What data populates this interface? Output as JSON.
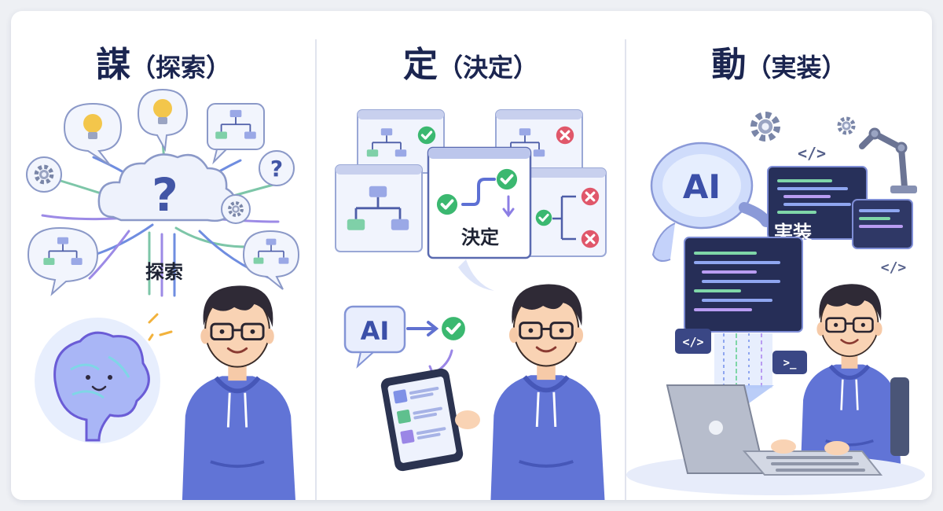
{
  "panels": [
    {
      "key": "plan",
      "big": "謀",
      "paren_open": "（",
      "sub": "探索",
      "paren_close": "）",
      "label": "探索"
    },
    {
      "key": "decide",
      "big": "定",
      "paren_open": "（",
      "sub": "決定",
      "paren_close": "）",
      "label": "決定",
      "ai_badge": "AI"
    },
    {
      "key": "act",
      "big": "動",
      "paren_open": "（",
      "sub": "実装",
      "paren_close": "）",
      "label": "実装",
      "ai_badge": "AI"
    }
  ],
  "colors": {
    "title": "#1b2550",
    "hoodie": "#5f74d6",
    "accent": "#7f8cf0",
    "check": "#3bb870",
    "cross": "#e0576a",
    "bulb": "#f3c64b"
  },
  "icons": [
    "question-icon",
    "lightbulb-icon",
    "gear-icon",
    "flowchart-icon",
    "brain-icon",
    "check-icon",
    "cross-icon",
    "tablet-icon",
    "code-icon",
    "terminal-icon",
    "robot-arm-icon",
    "laptop-icon"
  ]
}
